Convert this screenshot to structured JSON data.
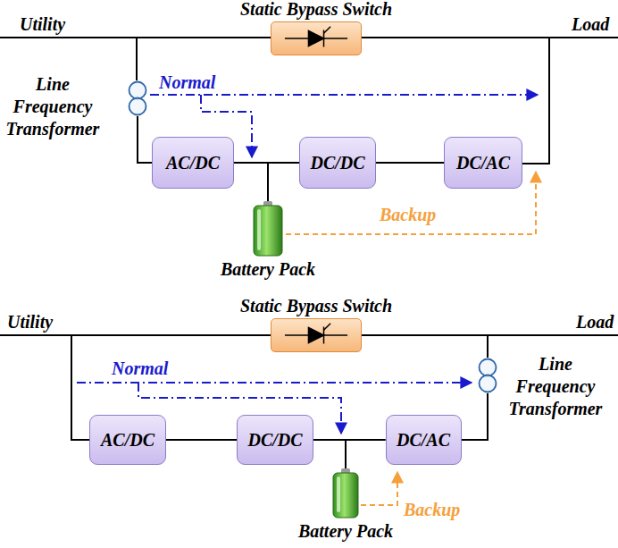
{
  "diagram": {
    "nodes": [
      {
        "text": [
          "Static Bypass Switch"
        ]
      },
      {
        "text": [
          "Line Frequency Transformer"
        ]
      },
      {
        "text": [
          "AC/DC"
        ]
      },
      {
        "text": [
          "DC/DC"
        ]
      },
      {
        "text": [
          "DC/AC"
        ]
      },
      {
        "text": [
          "Battery Pack"
        ]
      },
      {
        "text": [
          "Static Bypass Switch"
        ]
      },
      {
        "text": [
          "AC/DC"
        ]
      },
      {
        "text": [
          "DC/DC"
        ]
      },
      {
        "text": [
          "DC/AC"
        ]
      },
      {
        "text": [
          "Line Frequency Transformer"
        ]
      },
      {
        "text": [
          "Battery Pack"
        ]
      }
    ],
    "edges": [
      {
        "from": 1,
        "to": 2,
        "arrow": "none"
      },
      {
        "from": 2,
        "to": 3,
        "arrow": "none"
      },
      {
        "from": 3,
        "to": 4,
        "arrow": "none"
      },
      {
        "from": 2,
        "to": 5,
        "arrow": "none"
      },
      {
        "from": 7,
        "to": 8,
        "arrow": "none"
      },
      {
        "from": 8,
        "to": 9,
        "arrow": "none"
      },
      {
        "from": 9,
        "to": 11,
        "arrow": "none"
      },
      {
        "from": 9,
        "to": 10,
        "arrow": "none"
      }
    ],
    "labels": [
      "Utility",
      "Load",
      "Normal",
      "Backup",
      "Utility",
      "Load",
      "Normal",
      "Backup"
    ]
  }
}
